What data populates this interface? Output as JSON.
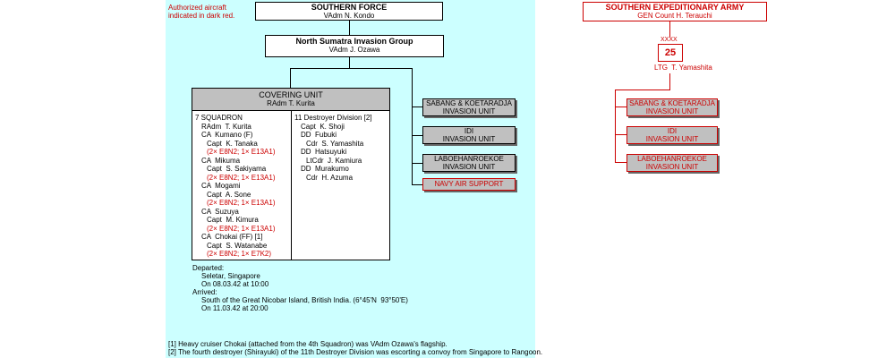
{
  "note": "Authorized aircraft\nindicated in dark red.",
  "southern_force": {
    "title": "SOUTHERN FORCE",
    "commander": "VAdm  N. Kondo"
  },
  "invasion_group": {
    "title": "North Sumatra Invasion Group",
    "commander": "VAdm  J. Ozawa"
  },
  "covering_unit": {
    "title": "COVERING UNIT",
    "commander": "RAdm  T. Kurita"
  },
  "squadron7": [
    {
      "text": "7 SQUADRON",
      "red": false,
      "indent": 0
    },
    {
      "text": "RAdm  T. Kurita",
      "red": false,
      "indent": 1
    },
    {
      "text": "CA  Kumano (F)",
      "red": false,
      "indent": 1
    },
    {
      "text": "Capt  K. Tanaka",
      "red": false,
      "indent": 2
    },
    {
      "text": "(2× E8N2; 1× E13A1)",
      "red": true,
      "indent": 2
    },
    {
      "text": "CA  Mikuma",
      "red": false,
      "indent": 1
    },
    {
      "text": "Capt  S. Sakiyama",
      "red": false,
      "indent": 2
    },
    {
      "text": "(2× E8N2; 1× E13A1)",
      "red": true,
      "indent": 2
    },
    {
      "text": "CA  Mogami",
      "red": false,
      "indent": 1
    },
    {
      "text": "Capt  A. Sone",
      "red": false,
      "indent": 2
    },
    {
      "text": "(2× E8N2; 1× E13A1)",
      "red": true,
      "indent": 2
    },
    {
      "text": "CA  Suzuya",
      "red": false,
      "indent": 1
    },
    {
      "text": "Capt  M. Kimura",
      "red": false,
      "indent": 2
    },
    {
      "text": "(2× E8N2; 1× E13A1)",
      "red": true,
      "indent": 2
    },
    {
      "text": "CA  Chokai (FF) [1]",
      "red": false,
      "indent": 1
    },
    {
      "text": "Capt  S. Watanabe",
      "red": false,
      "indent": 2
    },
    {
      "text": "(2× E8N2; 1× E7K2)",
      "red": true,
      "indent": 2
    }
  ],
  "destroyer_div": [
    {
      "text": "11 Destroyer Division [2]",
      "indent": 0
    },
    {
      "text": "Capt  K. Shoji",
      "indent": 1
    },
    {
      "text": "DD  Fubuki",
      "indent": 1
    },
    {
      "text": "Cdr  S. Yamashita",
      "indent": 2
    },
    {
      "text": "DD  Hatsuyuki",
      "indent": 1
    },
    {
      "text": "LtCdr  J. Kamiura",
      "indent": 2
    },
    {
      "text": "DD  Murakumo",
      "indent": 1
    },
    {
      "text": "Cdr  H. Azuma",
      "indent": 2
    }
  ],
  "departed": {
    "label": "Departed:",
    "place": "Seletar, Singapore",
    "date": "On 08.03.42 at 10:00"
  },
  "arrived": {
    "label": "Arrived:",
    "place": "South of the Great Nicobar Island, British India. (6°45'N  93°50'E)",
    "date": "On 11.03.42 at 20:00"
  },
  "footnotes": [
    "[1] Heavy cruiser Chokai (attached from the 4th Squadron) was VAdm Ozawa's flagship.",
    "[2] The fourth destroyer (Shirayuki) of the 11th Destroyer Division was escorting a convoy from Singapore to Rangoon."
  ],
  "navy_units": [
    {
      "text": "SABANG & KOETARADJA\nINVASION UNIT"
    },
    {
      "text": "IDI\nINVASION UNIT"
    },
    {
      "text": "LABOEHANROEKOE\nINVASION UNIT"
    }
  ],
  "navy_air": "NAVY AIR SUPPORT",
  "army": {
    "title": "SOUTHERN EXPEDITIONARY ARMY",
    "commander": "GEN  Count H. Terauchi",
    "echelon": "XXXX",
    "number": "25",
    "army_commander": "LTG  T. Yamashita",
    "units": [
      {
        "text": "SABANG & KOETARADJA\nINVASION UNIT"
      },
      {
        "text": "IDI\nINVASION UNIT"
      },
      {
        "text": "LABOEHANROEKOE\nINVASION UNIT"
      }
    ]
  },
  "colors": {
    "panel": "#ccffff",
    "army_red": "#cc0000",
    "unit_gray": "#c0c0c0"
  }
}
